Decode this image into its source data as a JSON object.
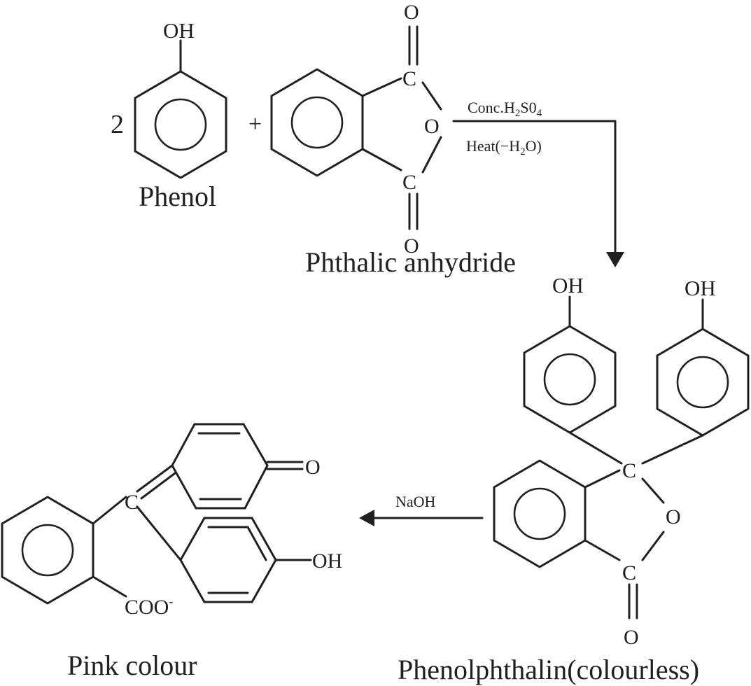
{
  "reaction": {
    "coefficient": "2",
    "plus": "+",
    "atoms": {
      "oh": "OH",
      "o": "O",
      "c": "C",
      "coo": "COO",
      "minus": "-"
    },
    "reagents": {
      "step1_line1_pre": "Conc.H",
      "step1_line1_sub1": "2",
      "step1_line1_mid": "S0",
      "step1_line1_sub2": "4",
      "step1_line2_pre": "Heat(",
      "step1_line2_minus": "−",
      "step1_line2_h": "H",
      "step1_line2_sub": "2",
      "step1_line2_post": "O)",
      "step2": "NaOH"
    },
    "labels": {
      "phenol": "Phenol",
      "phthalic_anhydride": "Phthalic anhydride",
      "phenolphthalein": "Phenolphthalin(colourless)",
      "pink": "Pink colour"
    }
  },
  "colors": {
    "ink": "#231f20",
    "background": "#ffffff"
  }
}
